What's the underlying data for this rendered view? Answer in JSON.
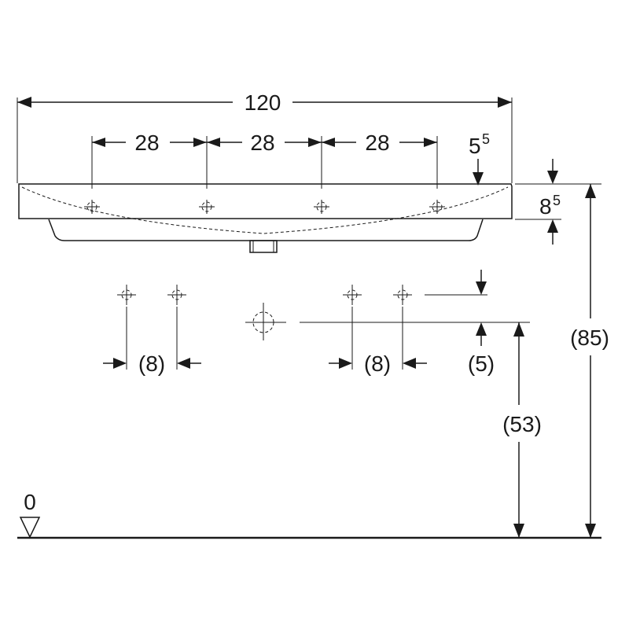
{
  "dimensions": {
    "total_width": "120",
    "spacing_1": "28",
    "spacing_2": "28",
    "spacing_3": "28",
    "edge_offset_base": "5",
    "edge_offset_sup": "5",
    "rim_height_base": "8",
    "rim_height_sup": "5",
    "total_height": "(85)",
    "outlet_height": "(53)",
    "valve_spacing_left": "(8)",
    "valve_spacing_right": "(8)",
    "valve_offset": "(5)",
    "floor_level": "0"
  },
  "colors": {
    "line": "#1a1a1a",
    "background": "#ffffff"
  }
}
